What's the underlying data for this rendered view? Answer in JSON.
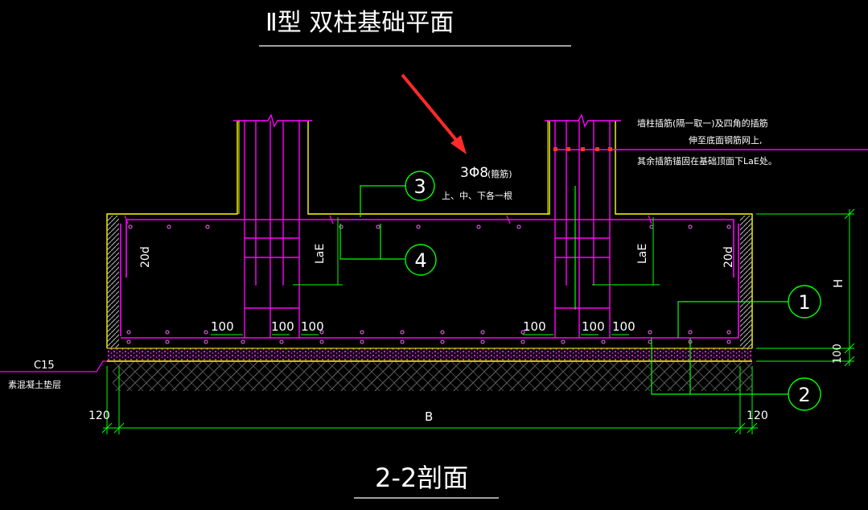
{
  "title": "Ⅱ型  双柱基础平面",
  "section_title": "2-2剖面",
  "note": {
    "line1": "墙柱插筋(隔一取一)及四角的插筋",
    "line2": "伸至底面钢筋网上,",
    "line3": "其余插筋锚固在基础顶面下LaE处。"
  },
  "stirrup": {
    "label": "3Φ8",
    "type": "(箍筋)",
    "position": "上、中、下各一根"
  },
  "callouts": [
    "1",
    "2",
    "3",
    "4"
  ],
  "dims": {
    "anchor": "LaE",
    "hook": "20d",
    "cover": "100",
    "edge": "120",
    "width": "B",
    "height": "H",
    "cushion": "100"
  },
  "cushion": {
    "grade": "C15",
    "name": "素混凝土垫层"
  },
  "colors": {
    "rebar": "#ff00ff",
    "outline": "#ffff00",
    "dimension": "#00ff00",
    "text": "#ffffff",
    "arrow": "#ff2a2a"
  }
}
